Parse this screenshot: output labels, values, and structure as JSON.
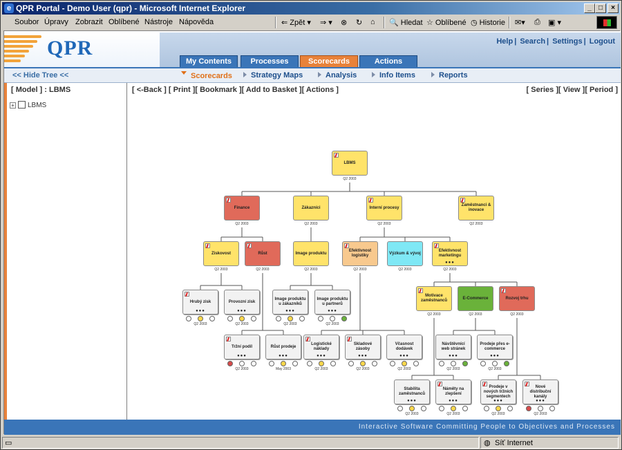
{
  "window": {
    "title": "QPR Portal - Demo User (qpr) - Microsoft Internet Explorer"
  },
  "menu": [
    "Soubor",
    "Úpravy",
    "Zobrazit",
    "Oblíbené",
    "Nástroje",
    "Nápověda"
  ],
  "toolbar": {
    "back": "Zpět",
    "search": "Hledat",
    "favorites": "Oblíbené",
    "history": "Historie"
  },
  "header": {
    "logo": "QPR",
    "links": [
      "Help",
      "Search",
      "Settings",
      "Logout"
    ],
    "tabs": [
      {
        "label": "My Contents"
      },
      {
        "label": "Processes"
      },
      {
        "label": "Scorecards"
      },
      {
        "label": "Actions"
      }
    ]
  },
  "subnav": {
    "hide_tree": "<< Hide Tree <<",
    "items": [
      "Scorecards",
      "Strategy Maps",
      "Analysis",
      "Info Items",
      "Reports"
    ]
  },
  "left": {
    "model": "[ Model ] : LBMS",
    "tree_item": "LBMS"
  },
  "actions": {
    "left": "[ <-Back ] [ Print ][ Bookmark ][ Add to Basket ][ Actions ]",
    "right": "[ Series ][ View ][ Period ]"
  },
  "footer": "Interactive Software Committing People to Objectives and Processes",
  "status": {
    "zone": "Síť Internet"
  },
  "colors": {
    "yellow": "#ffe36a",
    "red": "#e06a5a",
    "orange": "#f8c98e",
    "cyan": "#7fe8f5",
    "green": "#6ab23a",
    "white": "#f2f2f2",
    "light_yellow": "#ffd84a",
    "light_green": "#6ab23a",
    "light_red": "#d84a4a"
  },
  "nodes": [
    {
      "id": "n0",
      "name": "LBMS",
      "period": "Q2 2003",
      "color": "yellow",
      "flag": true
    },
    {
      "id": "n1",
      "name": "Finance",
      "period": "Q2 2003",
      "color": "red",
      "flag": true
    },
    {
      "id": "n2",
      "name": "Zákazníci",
      "period": "Q2 2003",
      "color": "yellow",
      "flag": false
    },
    {
      "id": "n3",
      "name": "Interní procesy",
      "period": "Q2 2003",
      "color": "yellow",
      "flag": true
    },
    {
      "id": "n4",
      "name": "Zaměstnanci & inovace",
      "period": "Q2 2003",
      "color": "yellow",
      "flag": true
    },
    {
      "id": "n5",
      "name": "Ziskovost",
      "period": "Q2 2003",
      "color": "yellow",
      "flag": true
    },
    {
      "id": "n6",
      "name": "Růst",
      "period": "Q2 2003",
      "color": "red",
      "flag": true
    },
    {
      "id": "n7",
      "name": "Image produktu",
      "period": "Q2 2003",
      "color": "yellow",
      "flag": false
    },
    {
      "id": "n8",
      "name": "Efektivnost logistiky",
      "period": "Q2 2003",
      "color": "orange",
      "flag": true
    },
    {
      "id": "n9",
      "name": "Výzkum & vývoj",
      "period": "Q2 2003",
      "color": "cyan",
      "flag": false
    },
    {
      "id": "n10",
      "name": "Efektivnost marketingu",
      "period": "Q2 2003",
      "color": "yellow",
      "flag": true,
      "dots": true
    },
    {
      "id": "n11",
      "name": "Hrubý zisk",
      "period": "Q2 2003",
      "color": "white",
      "flag": true,
      "dots": true,
      "lights": [
        "none",
        "yellow",
        "none"
      ]
    },
    {
      "id": "n12",
      "name": "Provozní zisk",
      "period": "Q2 2003",
      "color": "white",
      "flag": false,
      "dots": true,
      "lights": [
        "none",
        "yellow",
        "none"
      ]
    },
    {
      "id": "n13",
      "name": "Image produktu u zákazníků",
      "period": "Q2 2003",
      "color": "white",
      "flag": false,
      "dots": true,
      "lights": [
        "none",
        "yellow",
        "none"
      ]
    },
    {
      "id": "n14",
      "name": "Image produktu u partnerů",
      "period": "Q2 2003",
      "color": "white",
      "flag": false,
      "dots": true,
      "lights": [
        "none",
        "none",
        "green"
      ]
    },
    {
      "id": "n15",
      "name": "Motivace zaměstnanců",
      "period": "Q2 2003",
      "color": "yellow",
      "flag": true
    },
    {
      "id": "n16",
      "name": "E-Commerce",
      "period": "Q2 2003",
      "color": "green",
      "flag": false
    },
    {
      "id": "n17",
      "name": "Rozvoj trhu",
      "period": "Q2 2003",
      "color": "red",
      "flag": true
    },
    {
      "id": "n18",
      "name": "Tržní podíl",
      "period": "Q2 2003",
      "color": "white",
      "flag": true,
      "dots": true,
      "lights": [
        "red",
        "none",
        "none"
      ]
    },
    {
      "id": "n19",
      "name": "Růst prodeje",
      "period": "May 2003",
      "color": "white",
      "flag": false,
      "dots": true,
      "lights": [
        "none",
        "yellow",
        "none"
      ]
    },
    {
      "id": "n20",
      "name": "Logistické náklady",
      "period": "Q2 2003",
      "color": "white",
      "flag": true,
      "dots": true,
      "lights": [
        "none",
        "yellow",
        "none"
      ]
    },
    {
      "id": "n21",
      "name": "Skladové zásoby",
      "period": "Q2 2003",
      "color": "white",
      "flag": true,
      "dots": true,
      "lights": [
        "none",
        "yellow",
        "none"
      ]
    },
    {
      "id": "n22",
      "name": "Včasnost dodávek",
      "period": "Q2 2003",
      "color": "white",
      "flag": false,
      "dots": true,
      "lights": [
        "none",
        "yellow",
        "none"
      ]
    },
    {
      "id": "n23",
      "name": "Návštěvnící web stránek",
      "period": "Q2 2003",
      "color": "white",
      "flag": false,
      "dots": true,
      "lights": [
        "none",
        "none",
        "green"
      ]
    },
    {
      "id": "n24",
      "name": "Prodeje přes e-commerce",
      "period": "Q2 2003",
      "color": "white",
      "flag": false,
      "dots": true,
      "lights": [
        "none",
        "none",
        "green"
      ]
    },
    {
      "id": "n25",
      "name": "Stabilita zaměstnanců",
      "period": "Q2 2003",
      "color": "white",
      "flag": false,
      "dots": true,
      "lights": [
        "none",
        "yellow",
        "none"
      ]
    },
    {
      "id": "n26",
      "name": "Náměty na zlepšení",
      "period": "Q2 2003",
      "color": "white",
      "flag": true,
      "dots": true,
      "lights": [
        "none",
        "yellow",
        "none"
      ]
    },
    {
      "id": "n27",
      "name": "Prodeje v nových tržních segmentech",
      "period": "Q2 2003",
      "color": "white",
      "flag": true,
      "dots": true,
      "lights": [
        "none",
        "yellow",
        "none"
      ]
    },
    {
      "id": "n28",
      "name": "Nové distribuční kanály",
      "period": "Q2 2003",
      "color": "white",
      "flag": true,
      "dots": true,
      "lights": [
        "red",
        "none",
        "none"
      ]
    }
  ]
}
